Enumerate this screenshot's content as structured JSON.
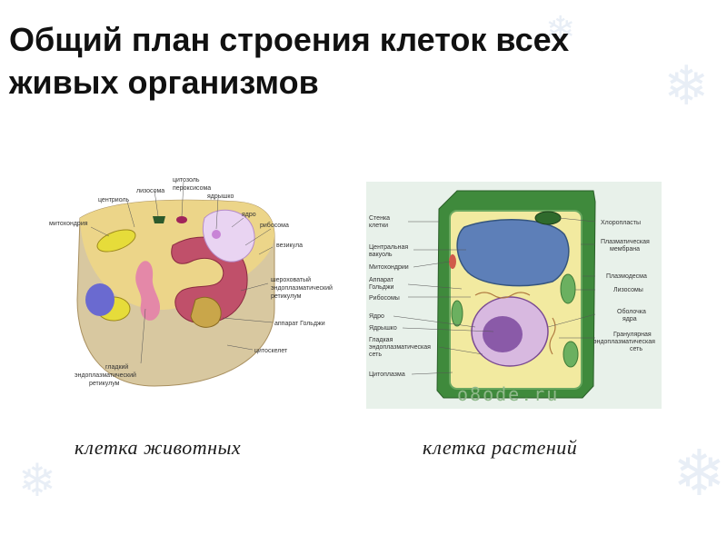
{
  "slide": {
    "title_line1": "Общий план строения клеток всех",
    "title_line2": "живых организмов"
  },
  "animal_cell": {
    "caption": "клетка животных",
    "labels": {
      "cytosol": "цитозоль",
      "lysosome": "лизосома",
      "peroxisome": "пероксисома",
      "centriole": "центриоль",
      "nucleolus": "ядрышко",
      "nucleus": "ядро",
      "mitochondria": "митохондрия",
      "ribosome": "рибосома",
      "vesicle": "везикула",
      "rough_er_1": "шероховатый",
      "rough_er_2": "эндоплазматический",
      "rough_er_3": "ретикулум",
      "golgi": "аппарат Гольджи",
      "cytoskeleton": "цитоскелет",
      "smooth_er_1": "гладкий",
      "smooth_er_2": "эндоплазматический",
      "smooth_er_3": "ретикулум"
    }
  },
  "plant_cell": {
    "caption": "клетка растений",
    "watermark": "o8ode.ru",
    "left_labels": {
      "wall_1": "Стенка",
      "wall_2": "клетки",
      "vacuole_1": "Центральная",
      "vacuole_2": "вакуоль",
      "mitochondria": "Митохондрии",
      "golgi_1": "Аппарат",
      "golgi_2": "Гольджи",
      "ribosomes": "Рибосомы",
      "nucleus": "Ядро",
      "nucleolus": "Ядрышко",
      "smooth_er_1": "Гладкая",
      "smooth_er_2": "эндоплазматическая",
      "smooth_er_3": "сеть",
      "cytoplasm": "Цитоплазма"
    },
    "right_labels": {
      "chloroplasts": "Хлоропласты",
      "plasma_membrane_1": "Плазматическая",
      "plasma_membrane_2": "мембрана",
      "plasmodesma": "Плазмодесма",
      "lysosomes": "Лизосомы",
      "nuclear_envelope_1": "Оболочка",
      "nuclear_envelope_2": "ядра",
      "granular_er_1": "Гранулярная",
      "granular_er_2": "эндоплазматическая",
      "granular_er_3": "сеть"
    }
  },
  "colors": {
    "plant_wall": "#3f8a3c",
    "plant_cytoplasm": "#f2eaa0",
    "plant_vacuole": "#5d7fb8",
    "plant_nucleus": "#8a5aa8",
    "animal_body": "#e6c879",
    "animal_er": "#c0506a"
  }
}
